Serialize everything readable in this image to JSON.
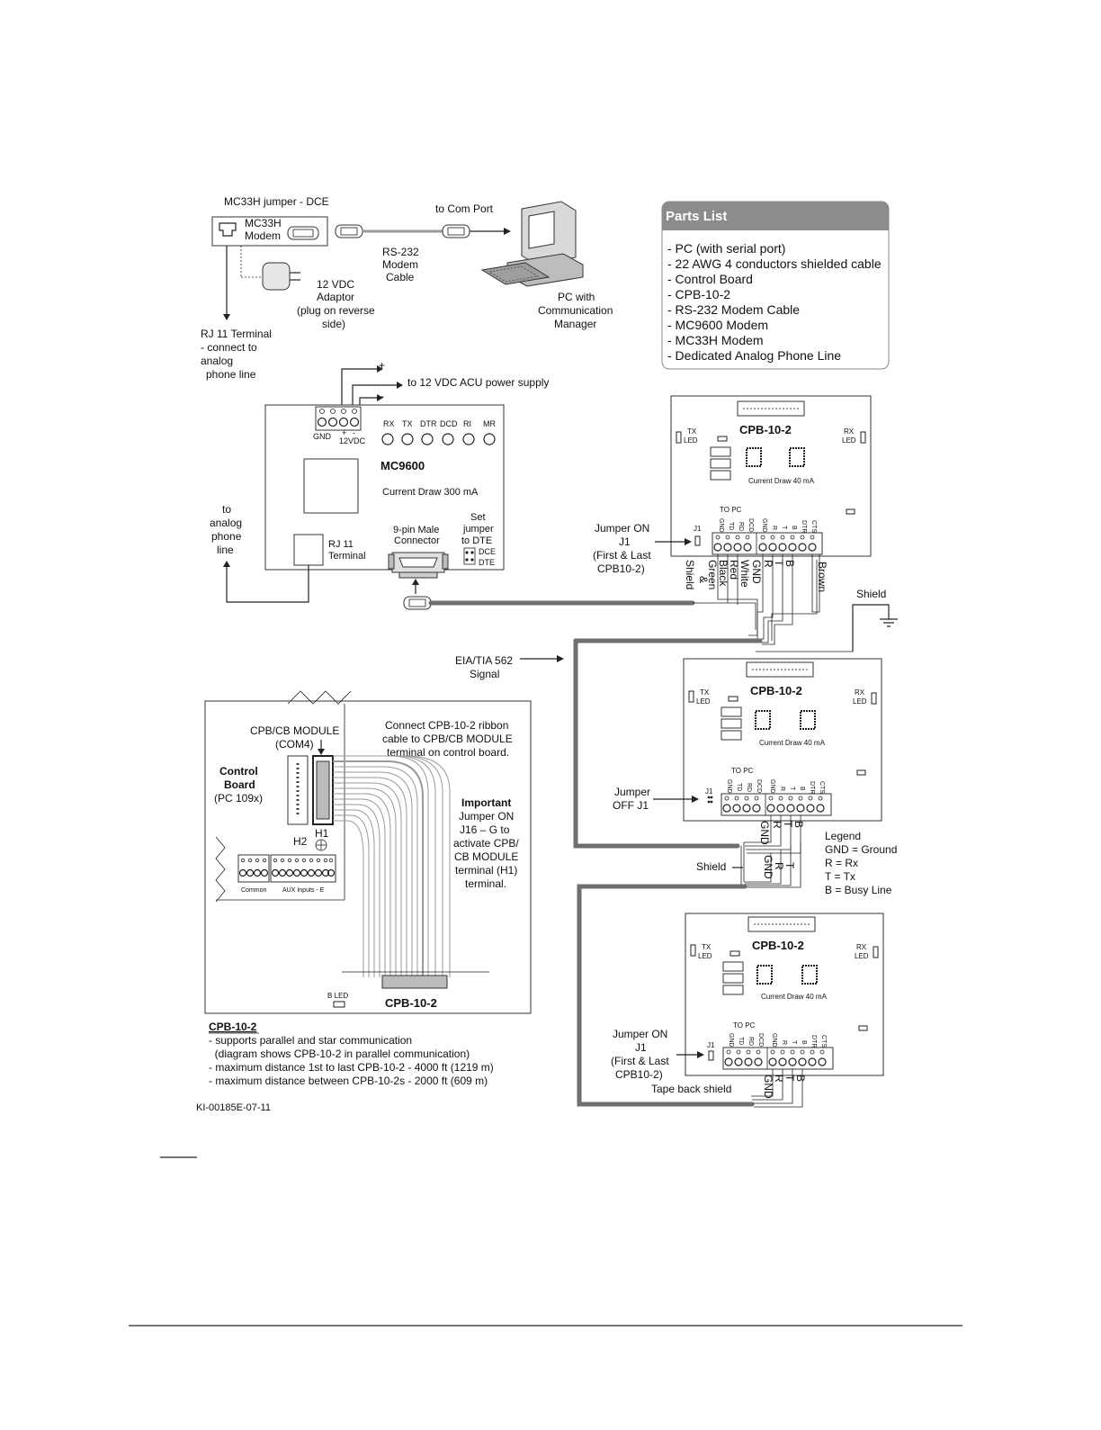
{
  "top_left": {
    "jumper_label": "MC33H jumper - DCE",
    "modem_label": [
      "MC33H",
      "Modem"
    ],
    "to_com_port": "to Com Port",
    "rs232_cable": [
      "RS-232",
      "Modem",
      "Cable"
    ],
    "adaptor": [
      "12 VDC",
      "Adaptor",
      "(plug on reverse",
      "side)"
    ],
    "pc_label": [
      "PC with",
      "Communication",
      "Manager"
    ],
    "rj11_terminal": [
      "RJ 11 Terminal",
      "- connect to",
      "analog",
      "phone line"
    ]
  },
  "parts_list": {
    "title": "Parts List",
    "items": [
      "- PC (with serial port)",
      "- 22 AWG 4 conductors shielded cable",
      "- Control Board",
      "- CPB-10-2",
      "- RS-232 Modem Cable",
      "- MC9600 Modem",
      "- MC33H Modem",
      "- Dedicated Analog Phone Line"
    ]
  },
  "mc9600": {
    "power_supply": "to 12 VDC ACU power supply",
    "plus": "+",
    "minus": "-",
    "gnd": "GND",
    "v12": "12VDC",
    "leds": [
      "RX",
      "TX",
      "DTR",
      "DCD",
      "RI",
      "MR"
    ],
    "name": "MC9600",
    "current_draw": "Current Draw 300 mA",
    "rj11": [
      "RJ 11",
      "Terminal"
    ],
    "connector": [
      "9-pin Male",
      "Connector"
    ],
    "set_jumper": [
      "Set",
      "jumper",
      "to DTE"
    ],
    "dce": "DCE",
    "dte": "DTE",
    "to_phone_line": [
      "to",
      "analog",
      "phone",
      "line"
    ]
  },
  "cpb": {
    "name": "CPB-10-2",
    "tx_led": [
      "TX",
      "LED"
    ],
    "rx_led": [
      "RX",
      "LED"
    ],
    "current_draw": "Current Draw 40 mA",
    "to_pc": "TO PC",
    "j1": "J1",
    "pins_left": [
      "GND",
      "TD",
      "RD",
      "DCD"
    ],
    "pins_right": [
      "GND",
      "R",
      "T",
      "B",
      "DTR",
      "CTS"
    ]
  },
  "wiring": {
    "jumper_on": [
      "Jumper ON",
      "J1",
      "(First & Last",
      "CPB10-2)"
    ],
    "jumper_off": [
      "Jumper",
      "OFF J1"
    ],
    "wires": [
      "Shield",
      "&",
      "Green",
      "Black",
      "Red",
      "White",
      "GND",
      "R",
      "T",
      "B",
      "Brown"
    ],
    "shield": "Shield",
    "eia": [
      "EIA/TIA 562",
      "Signal"
    ],
    "gnd": "GND",
    "r": "R",
    "t": "T",
    "b": "B",
    "tape_back": "Tape back shield"
  },
  "legend": {
    "title": "Legend",
    "items": [
      "GND = Ground",
      "R = Rx",
      "T = Tx",
      "B = Busy Line"
    ]
  },
  "control_board": {
    "module": [
      "CPB/CB MODULE",
      "(COM4)"
    ],
    "connect_note": [
      "Connect CPB-10-2 ribbon",
      "cable to CPB/CB MODULE",
      "terminal on control board."
    ],
    "board": [
      "Control",
      "Board",
      "(PC 109x)"
    ],
    "important_title": "Important",
    "important": [
      "Jumper ON",
      "J16 – G to",
      "activate CPB/",
      "CB MODULE",
      "terminal (H1)",
      "terminal."
    ],
    "h1": "H1",
    "h2": "H2",
    "common": "Common",
    "aux": "AUX Inputs - E",
    "b_led": "B LED",
    "cpb_name": "CPB-10-2"
  },
  "notes": {
    "title": "CPB-10-2",
    "lines": [
      "- supports parallel and star communication",
      "  (diagram shows CPB-10-2 in parallel communication)",
      "- maximum distance 1st to last CPB-10-2 - 4000 ft (1219 m)",
      "- maximum distance between CPB-10-2s - 2000 ft (609 m)"
    ]
  },
  "doc_id": "KI-00185E-07-11"
}
